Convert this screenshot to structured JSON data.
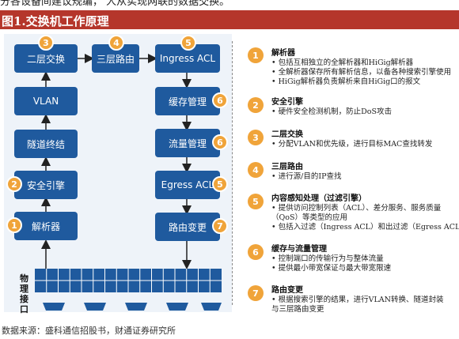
{
  "header": {
    "cut_text": "分各设备间建议规编，  人从实现网联的数据交换。",
    "title": "图1.交换机工作原理"
  },
  "blocks": {
    "l2": "二层交换",
    "l3": "三层路由",
    "ingress": "Ingress ACL",
    "vlan": "VLAN",
    "cache": "缓存管理",
    "tunnel": "隧道终结",
    "flow": "流量管理",
    "security": "安全引擎",
    "egress": "Egress ACL",
    "parser": "解析器",
    "route": "路由变更"
  },
  "circles": {
    "c_l2": "3",
    "c_l3": "4",
    "c_ingress": "5",
    "c_cache": "6",
    "c_flow": "6",
    "c_security": "2",
    "c_egress": "5",
    "c_parser": "1",
    "c_route": "7"
  },
  "physical": {
    "line1": "物",
    "line2": "理",
    "line3": "接",
    "line4": "口"
  },
  "legend": [
    {
      "num": "1",
      "title": "解析器",
      "bullets": [
        "• 包括互相独立的全解析器和HiGig解析器",
        "• 全解析器保存所有解析信息，以备各种搜索引擎使用",
        "• HiGig解析器负责解析来自HiGig口的报文"
      ]
    },
    {
      "num": "2",
      "title": "安全引擎",
      "bullets": [
        "• 硬件安全检测机制，防止DoS攻击"
      ]
    },
    {
      "num": "3",
      "title": "二层交换",
      "bullets": [
        "• 分配VLAN和优先级，进行目标MAC查找转发"
      ]
    },
    {
      "num": "4",
      "title": "三层路由",
      "bullets": [
        "• 进行源/目的IP查找"
      ]
    },
    {
      "num": "5",
      "title": "内容感知处理（过滤引擎）",
      "bullets": [
        "• 提供访问控制列表（ACL）、差分服务、服务质量",
        "  （QoS）等类型的应用",
        "• 包括入过滤（Ingress ACL）和出过滤（Egress ACL）"
      ]
    },
    {
      "num": "6",
      "title": "缓存与流量管理",
      "bullets": [
        "• 控制端口的传输行为与整体流量",
        "• 提供最小带宽保证与最大带宽限速"
      ]
    },
    {
      "num": "7",
      "title": "路由变更",
      "bullets": [
        "• 根据搜索引擎的结果，进行VLAN转换、隧道封装",
        "  与三层路由变更"
      ]
    }
  ],
  "source": "数据来源：盛科通信招股书，财通证券研究所"
}
